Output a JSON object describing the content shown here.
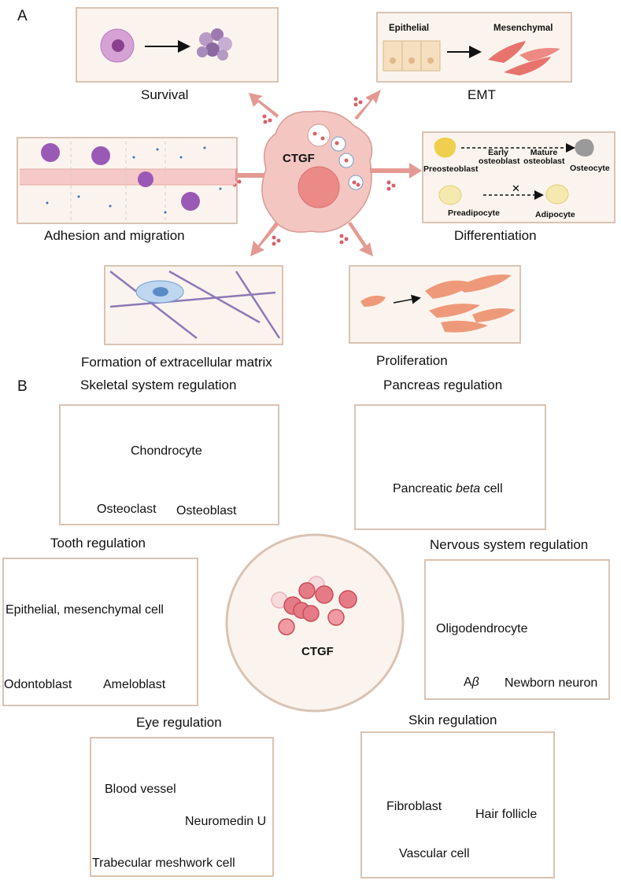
{
  "panel_a": {
    "letter": "A",
    "center_label": "CTGF",
    "survival": "Survival",
    "emt": {
      "caption": "EMT",
      "left": "Epithelial",
      "right": "Mesenchymal"
    },
    "adhesion": "Adhesion and migration",
    "differentiation": {
      "caption": "Differentiation",
      "preosteoblast": "Preosteoblast",
      "early_osteoblast": "Early osteoblast",
      "mature_osteoblast": "Mature osteoblast",
      "osteocyte": "Osteocyte",
      "preadipocyte": "Preadipocyte",
      "adipocyte": "Adipocyte"
    },
    "ecm": "Formation of extracellular matrix",
    "proliferation": "Proliferation"
  },
  "panel_b": {
    "letter": "B",
    "center_label": "CTGF",
    "skeletal": {
      "title": "Skeletal system regulation",
      "chondrocyte": "Chondrocyte",
      "osteoclast": "Osteoclast",
      "osteoblast": "Osteoblast"
    },
    "pancreas": {
      "title": "Pancreas regulation",
      "cell_prefix": "Pancreatic ",
      "cell_italic": "beta",
      "cell_suffix": " cell"
    },
    "tooth": {
      "title": "Tooth regulation",
      "epithelial": "Epithelial, mesenchymal cell",
      "odontoblast": "Odontoblast",
      "ameloblast": "Ameloblast"
    },
    "nervous": {
      "title": "Nervous system regulation",
      "oligodendrocyte": "Oligodendrocyte",
      "abeta_a": "A",
      "abeta_beta": "β",
      "newborn_neuron": "Newborn neuron"
    },
    "eye": {
      "title": "Eye regulation",
      "blood_vessel": "Blood vessel",
      "neuromedin": "Neuromedin U",
      "trabecular": "Trabecular meshwork cell"
    },
    "skin": {
      "title": "Skin regulation",
      "fibroblast": "Fibroblast",
      "hair_follicle": "Hair follicle",
      "vascular": "Vascular cell"
    }
  },
  "colors": {
    "box_fill": "#fbf4ee",
    "box_border": "#d9c3b3",
    "arrow": "#e39a92",
    "cell_pink": "#f3c6c2",
    "ctgf_red": "#d9606a"
  }
}
